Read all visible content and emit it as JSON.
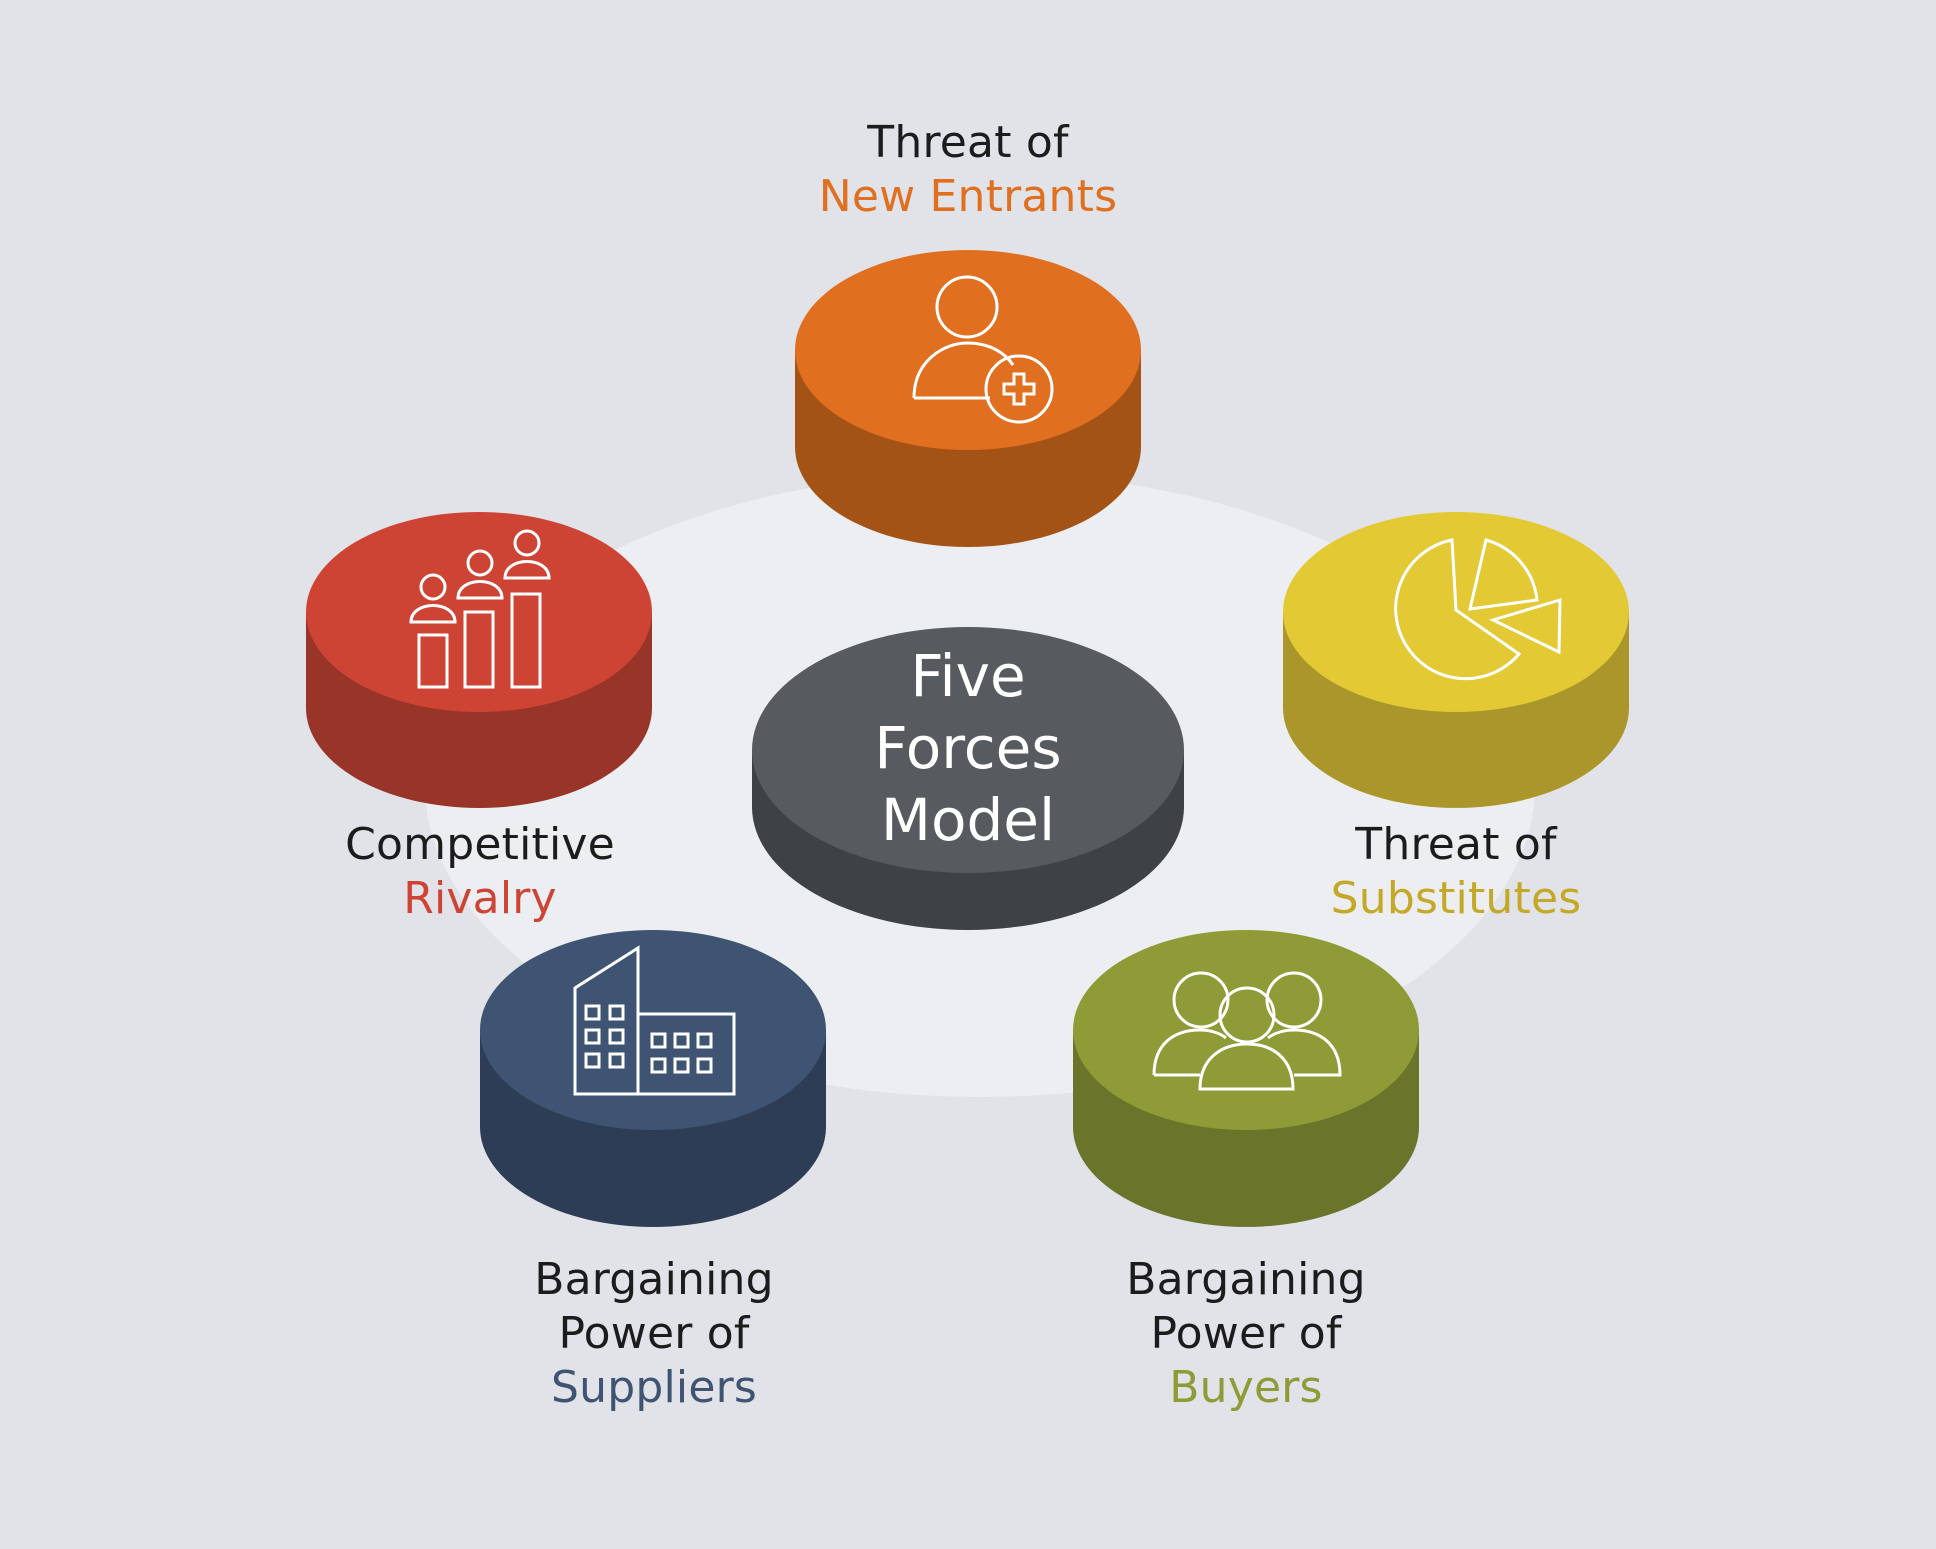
{
  "center": {
    "line1": "Five",
    "line2": "Forces",
    "line3": "Model",
    "top_color": "#575a5e",
    "side_color": "#3f4245"
  },
  "forces": {
    "new_entrants": {
      "line1": "Threat of",
      "accent": "New Entrants",
      "color": "#e0701f",
      "side_color": "#a45316",
      "icon": "add-user-icon"
    },
    "substitutes": {
      "line1": "Threat of",
      "accent": "Substitutes",
      "color": "#e3c934",
      "side_color": "#aa962a",
      "accent_text_color": "#c4a929",
      "icon": "pie-chart-icon"
    },
    "buyers": {
      "line1": "Bargaining",
      "line2": "Power of",
      "accent": "Buyers",
      "color": "#8e9b36",
      "side_color": "#6a742a",
      "icon": "group-icon"
    },
    "suppliers": {
      "line1": "Bargaining",
      "line2": "Power of",
      "accent": "Suppliers",
      "color": "#3e5472",
      "side_color": "#2d3d55",
      "icon": "building-icon"
    },
    "rivalry": {
      "line1": "Competitive",
      "accent": "Rivalry",
      "color": "#cd4434",
      "side_color": "#983428",
      "icon": "ranking-icon"
    }
  },
  "background_color": "#e1e3e8"
}
